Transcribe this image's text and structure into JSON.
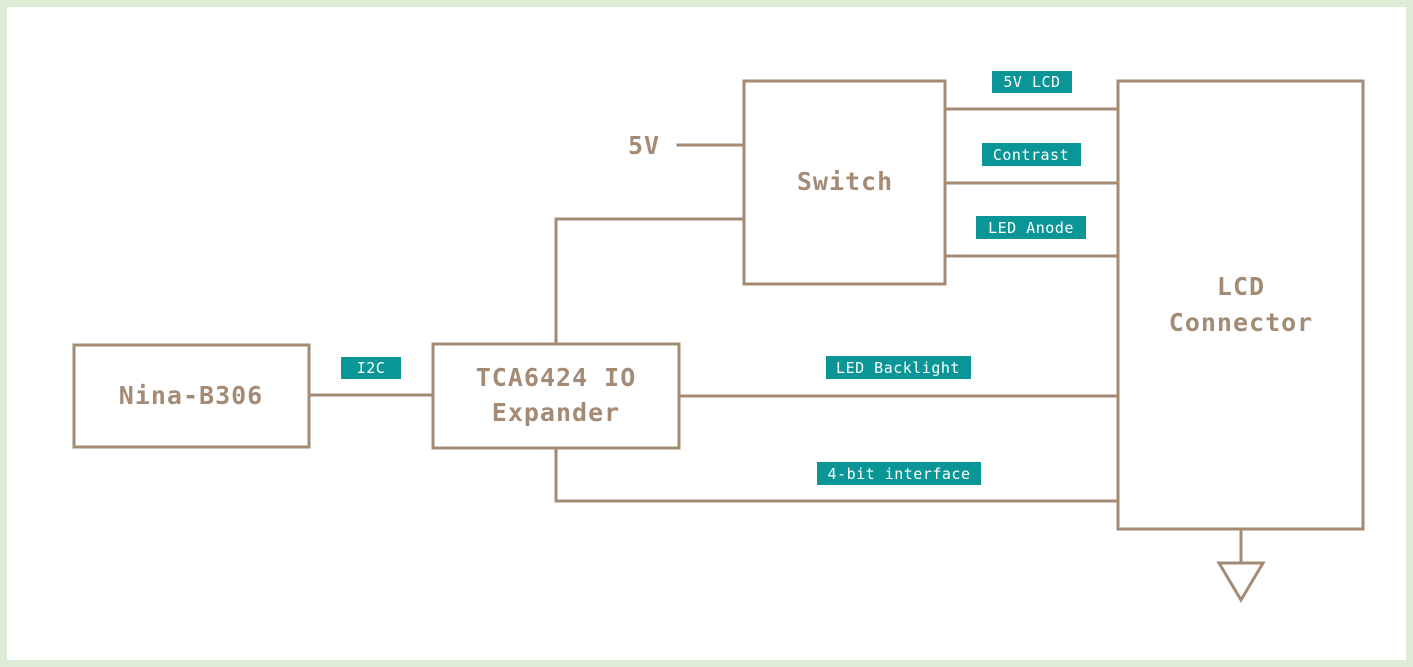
{
  "blocks": {
    "nina": "Nina-B306",
    "tca_line1": "TCA6424 IO",
    "tca_line2": "Expander",
    "switch": "Switch",
    "lcd_line1": "LCD",
    "lcd_line2": "Connector"
  },
  "inputs": {
    "power": "5V"
  },
  "signals": {
    "i2c": "I2C",
    "lcd_5v": "5V LCD",
    "contrast": "Contrast",
    "led_anode": "LED Anode",
    "led_backlight": "LED Backlight",
    "interface": "4-bit interface"
  },
  "colors": {
    "line": "#a38b76",
    "label_bg": "#0a9696",
    "label_text": "#ffffff",
    "frame": "#dcecd6"
  },
  "icons": {
    "ground": "ground-symbol-icon"
  }
}
